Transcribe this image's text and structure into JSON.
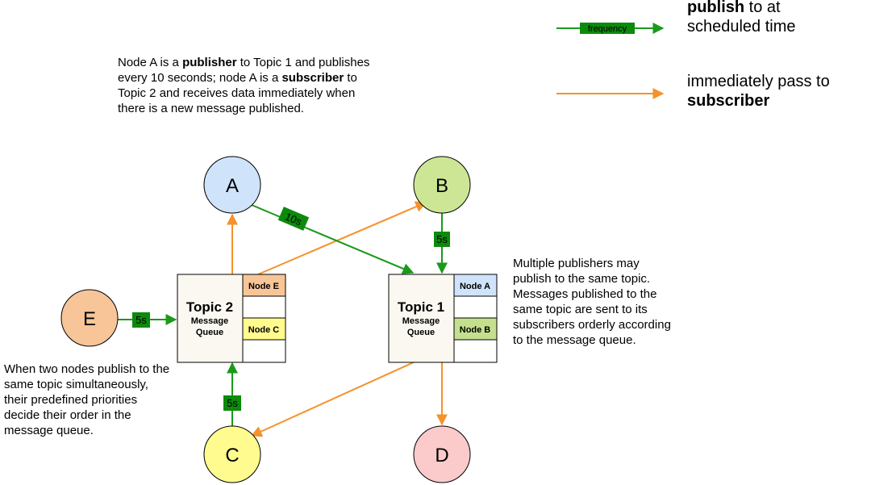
{
  "colors": {
    "green": "#1a9a1a",
    "green_label_bg": "#0c8a0c",
    "orange": "#f5922b",
    "topic_bg": "#fbf8f1",
    "node_a": "#cfe3fb",
    "node_b": "#cde695",
    "node_c": "#fffb8f",
    "node_d": "#fbcaca",
    "node_e": "#f7c597",
    "slot_node_e": "#f7c597",
    "slot_node_c": "#fffb8f",
    "slot_node_a": "#cfe3fb",
    "slot_node_b": "#c4e08e"
  },
  "legend": {
    "publish_arrow_label": "frequency",
    "publish_bold": "publish",
    "publish_rest_1": " to at",
    "publish_rest_2": "scheduled time",
    "pass_line_1": "immediately pass to",
    "pass_bold": "subscriber"
  },
  "notes": {
    "node_a": {
      "p1": "Node A is a ",
      "b1": "publisher",
      "p2": " to Topic 1 and publishes every 10 seconds; node A is a ",
      "b2": "subscriber",
      "p3": " to Topic 2 and receives data immediately when there is a new message published."
    },
    "multiple_publishers": "Multiple publishers may publish to the same topic. Messages published to the same topic are sent to its subscribers orderly according to the message queue.",
    "priorities": "When two nodes publish to the same topic simultaneously, their predefined priorities decide their order in the message queue."
  },
  "nodes": {
    "A": "A",
    "B": "B",
    "C": "C",
    "D": "D",
    "E": "E"
  },
  "topics": {
    "topic2": {
      "title": "Topic 2",
      "sub1": "Message",
      "sub2": "Queue",
      "slots": [
        "Node E",
        "",
        "Node C",
        ""
      ]
    },
    "topic1": {
      "title": "Topic 1",
      "sub1": "Message",
      "sub2": "Queue",
      "slots": [
        "Node A",
        "",
        "Node B",
        ""
      ]
    }
  },
  "frequencies": {
    "a_to_topic1": "10s",
    "b_to_topic1": "5s",
    "e_to_topic2": "5s",
    "c_to_topic2": "5s"
  }
}
